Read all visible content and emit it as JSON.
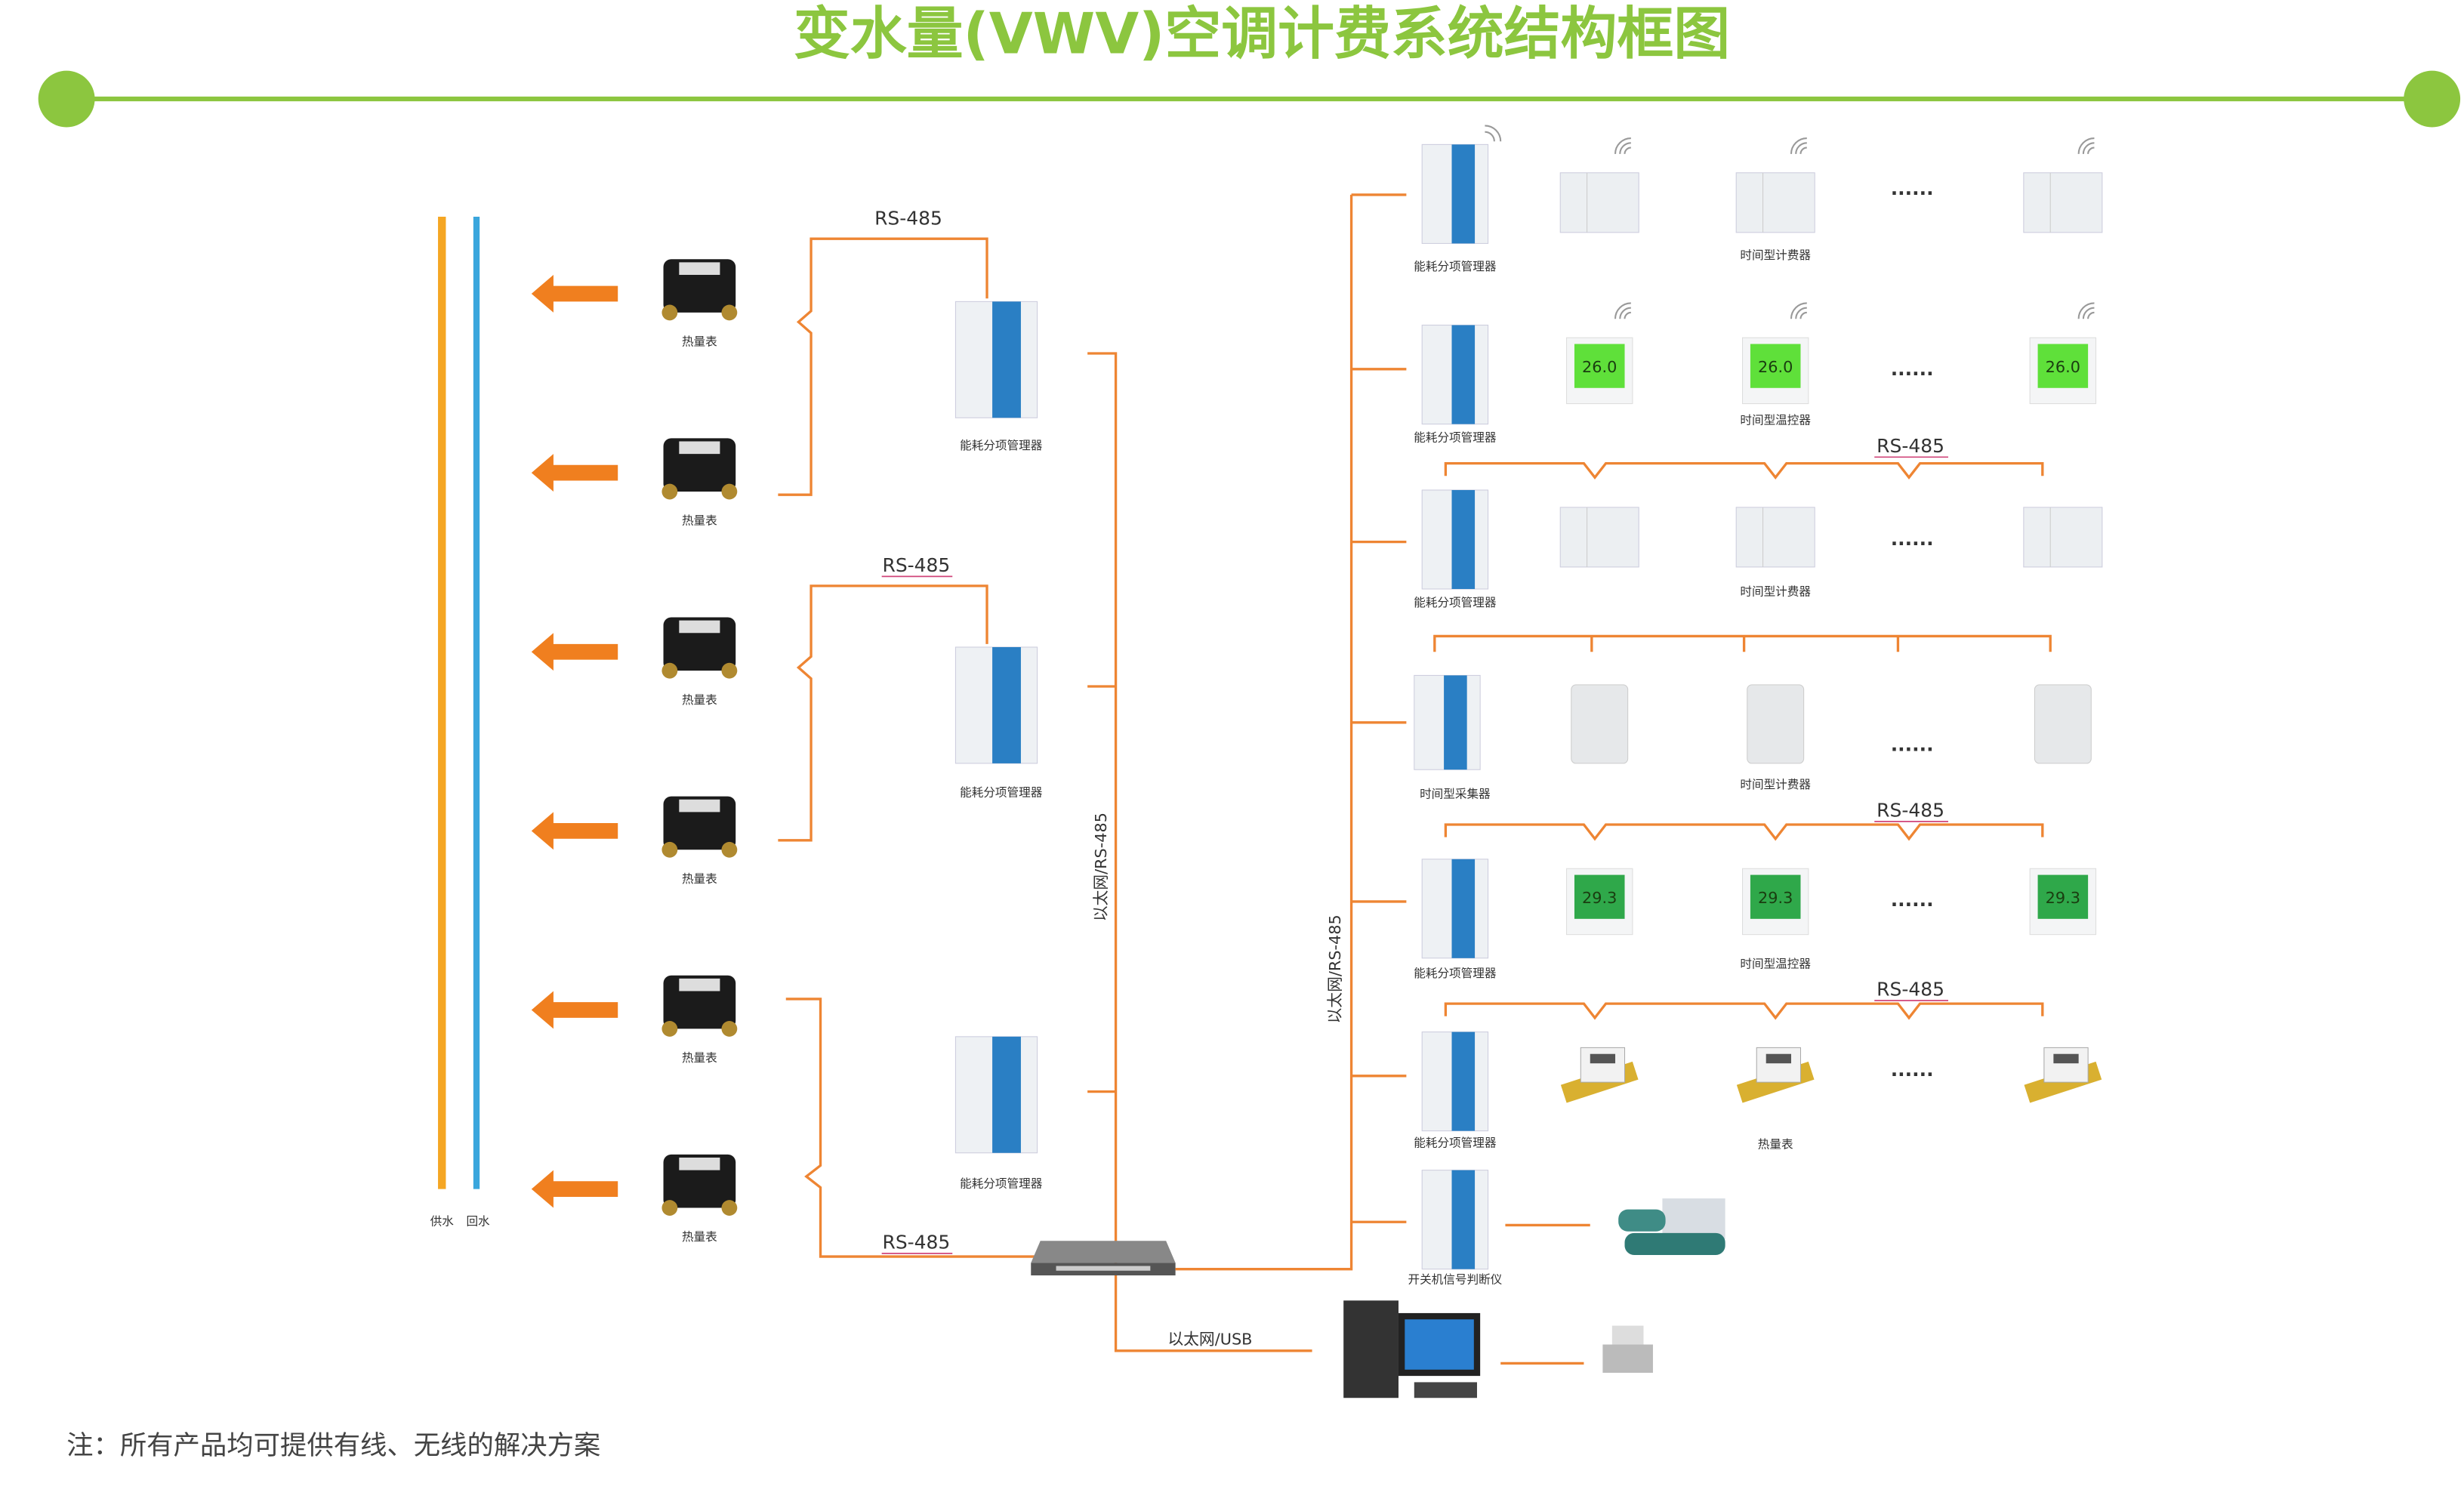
{
  "title": "变水量(VWV)空调计费系统结构框图",
  "colors": {
    "accent_green": "#8cc63f",
    "line_orange": "#ee8533",
    "supply_pipe": "#f5a623",
    "return_pipe": "#3aa6dd",
    "arrow": "#f07f1f"
  },
  "pipes": {
    "supply_label": "供水",
    "return_label": "回水"
  },
  "left": {
    "heat_meter_label": "热量表",
    "bus_label": "RS-485",
    "manager_label": "能耗分项管理器",
    "trunk_label": "以太网/RS-485"
  },
  "center": {
    "usb_label": "以太网/USB",
    "trunk_label": "以太网/RS-485"
  },
  "rows": [
    {
      "head": "能耗分项管理器",
      "device": "时间型计费器",
      "wireless": true,
      "bus_label": ""
    },
    {
      "head": "能耗分项管理器",
      "device": "时间型温控器",
      "wireless": true,
      "bus_label": ""
    },
    {
      "head": "能耗分项管理器",
      "device": "时间型计费器",
      "wireless": false,
      "bus_label": "RS-485"
    },
    {
      "head": "时间型采集器",
      "device": "时间型计费器",
      "wireless": false,
      "bus_label": ""
    },
    {
      "head": "能耗分项管理器",
      "device": "时间型温控器",
      "wireless": false,
      "bus_label": "RS-485"
    },
    {
      "head": "能耗分项管理器",
      "device": "热量表",
      "wireless": false,
      "bus_label": "RS-485"
    },
    {
      "head": "开关机信号判断仪",
      "device": "",
      "wireless": false,
      "bus_label": ""
    }
  ],
  "ellipsis": "......",
  "thermostat_readings": {
    "wireless": "26.0",
    "wired": "29.3"
  },
  "footnote": "注：所有产品均可提供有线、无线的解决方案"
}
